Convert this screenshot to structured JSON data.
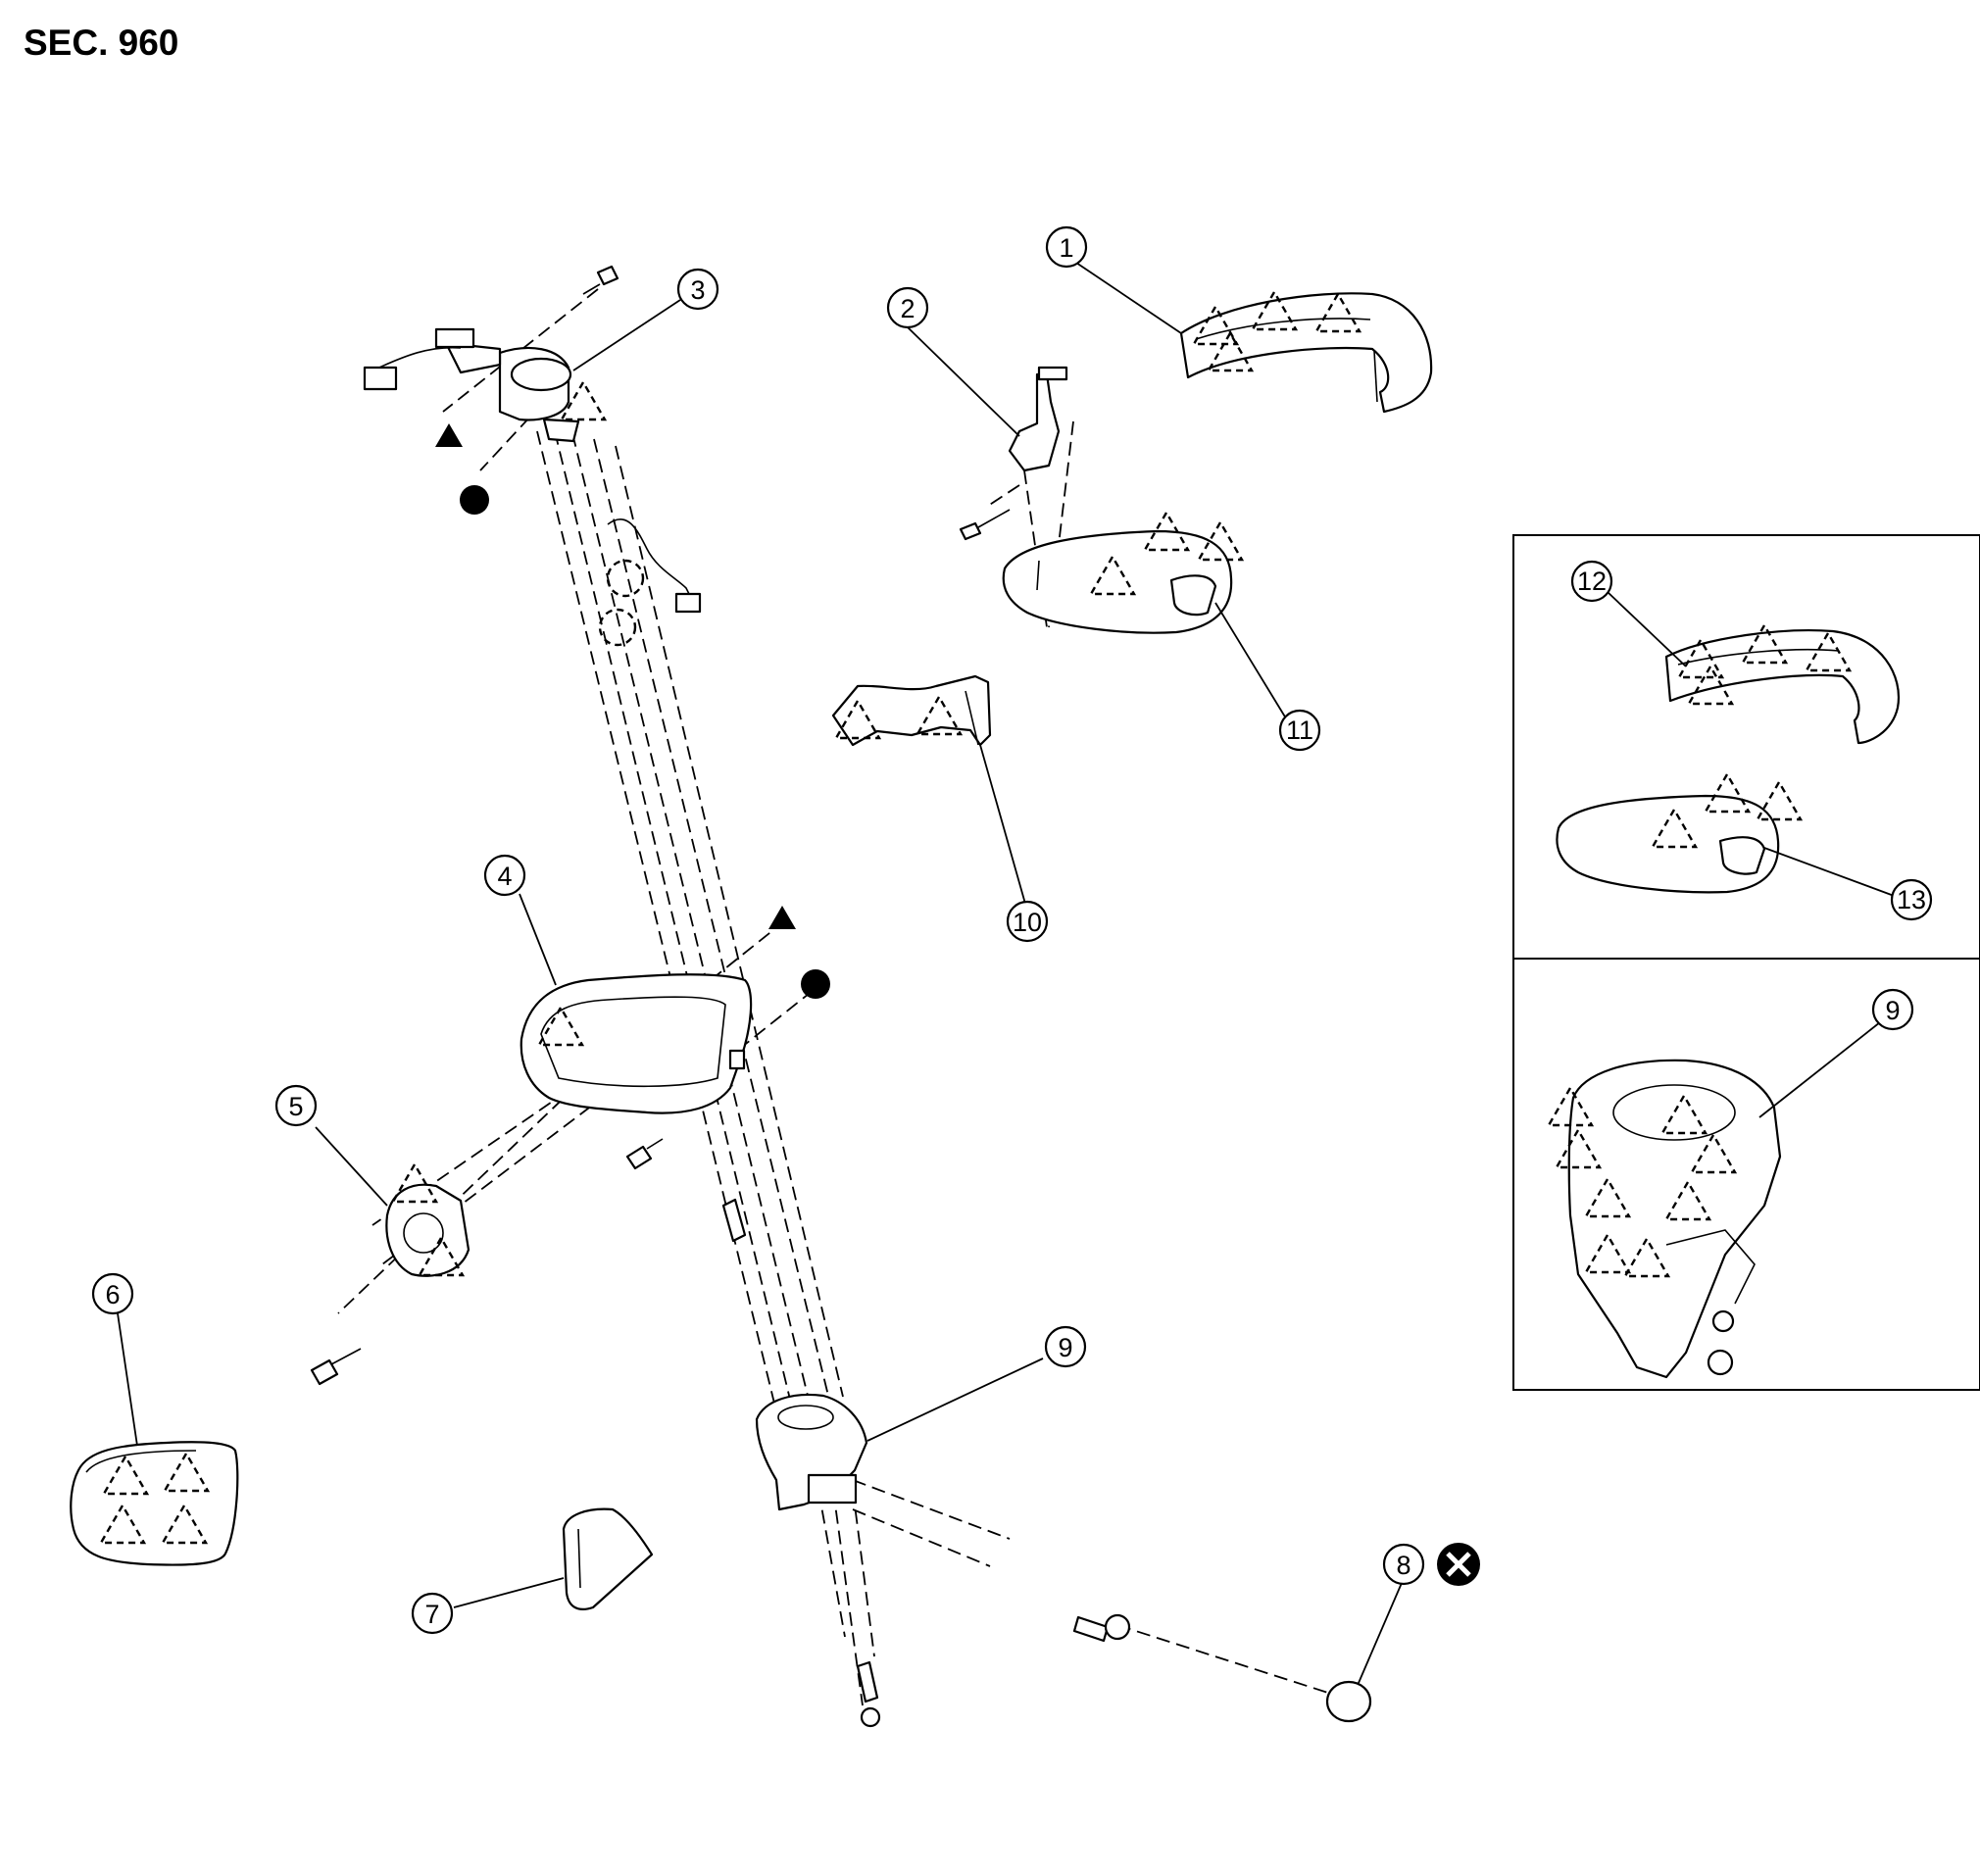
{
  "section_label": "SEC. 960",
  "callouts": [
    {
      "id": "c1",
      "text": "1"
    },
    {
      "id": "c2",
      "text": "2"
    },
    {
      "id": "c3",
      "text": "3"
    },
    {
      "id": "c4",
      "text": "4"
    },
    {
      "id": "c5",
      "text": "5"
    },
    {
      "id": "c6",
      "text": "6"
    },
    {
      "id": "c7",
      "text": "7"
    },
    {
      "id": "c8",
      "text": "8"
    },
    {
      "id": "c9",
      "text": "9"
    },
    {
      "id": "c10",
      "text": "10"
    },
    {
      "id": "c11",
      "text": "11"
    },
    {
      "id": "c12",
      "text": "12"
    },
    {
      "id": "c13",
      "text": "13"
    },
    {
      "id": "c9b",
      "text": "9"
    }
  ],
  "symbols": [
    "filled-triangle-marker",
    "filled-circle-marker",
    "do-not-reuse-x-icon",
    "metal-clip-triangle",
    "pawl-clip-circle"
  ],
  "colors": {
    "line": "#000000",
    "background": "#ffffff"
  }
}
